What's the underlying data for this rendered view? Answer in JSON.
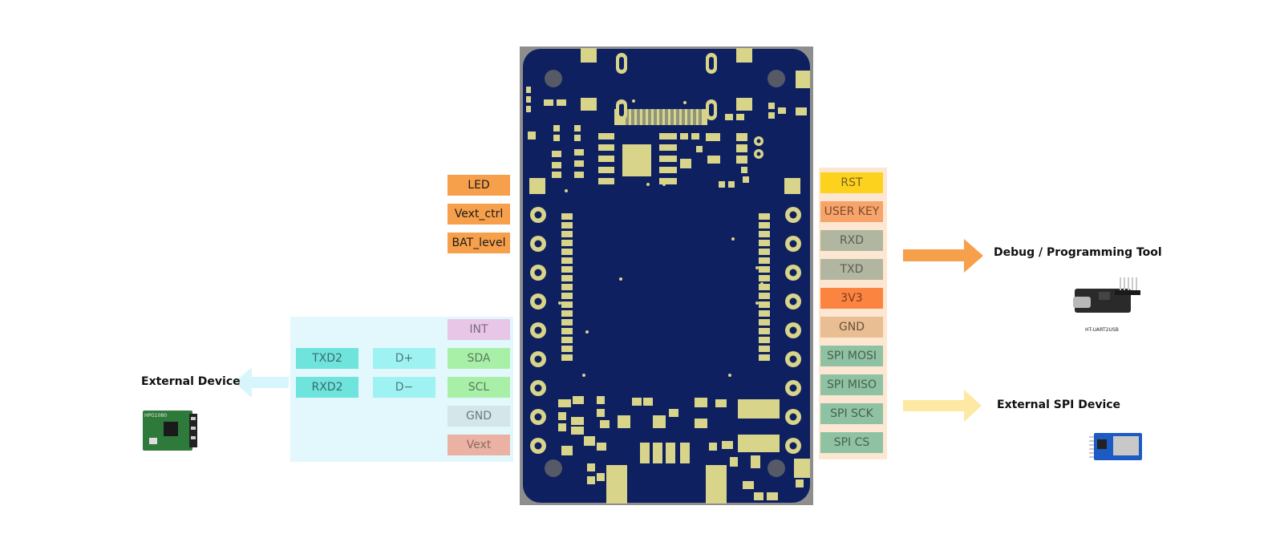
{
  "colors": {
    "board_outer": "#8e8e8e",
    "board_pcb": "#0e2060",
    "pad": "#d8d48a",
    "orange": "#f7a04b",
    "left_panel_bg": "#e2f8fc",
    "right_panel_bg": "#fde7d2"
  },
  "left_top_pins": [
    {
      "label": "LED",
      "bg": "#f7a04b",
      "fg": "#1a1a1a"
    },
    {
      "label": "Vext_ctrl",
      "bg": "#f7a04b",
      "fg": "#1a1a1a"
    },
    {
      "label": "BAT_level",
      "bg": "#f7a04b",
      "fg": "#1a1a1a"
    }
  ],
  "left_bottom_pins": [
    {
      "label": "INT",
      "bg": "#e8c6e8",
      "fg": "#7a6a7a"
    },
    {
      "label": "SDA",
      "bg": "#a8f0a8",
      "fg": "#5a7a5a"
    },
    {
      "label": "SCL",
      "bg": "#a8f0a8",
      "fg": "#5a7a5a"
    },
    {
      "label": "GND",
      "bg": "#d4e6ea",
      "fg": "#6a7a80"
    },
    {
      "label": "Vext",
      "bg": "#ebb2a4",
      "fg": "#8a6a60"
    }
  ],
  "uart_pins": [
    {
      "label": "TXD2",
      "bg": "#6ee4dc",
      "fg": "#3a6a6a"
    },
    {
      "label": "RXD2",
      "bg": "#6ee4dc",
      "fg": "#3a6a6a"
    }
  ],
  "usb_pins": [
    {
      "label": "D+",
      "bg": "#9ff2f2",
      "fg": "#4a7a7a"
    },
    {
      "label": "D−",
      "bg": "#9ff2f2",
      "fg": "#4a7a7a"
    }
  ],
  "right_pins": [
    {
      "label": "RST",
      "bg": "#fcd21e",
      "fg": "#7a6020"
    },
    {
      "label": "USER KEY",
      "bg": "#f7a46b",
      "fg": "#7a4a30"
    },
    {
      "label": "RXD",
      "bg": "#b0b6a0",
      "fg": "#5a5e50"
    },
    {
      "label": "TXD",
      "bg": "#b0b6a0",
      "fg": "#5a5e50"
    },
    {
      "label": "3V3",
      "bg": "#fb8540",
      "fg": "#7a3a20"
    },
    {
      "label": "GND",
      "bg": "#e8be92",
      "fg": "#6a5040"
    },
    {
      "label": "SPI MOSI",
      "bg": "#8ec2a2",
      "fg": "#4a6050"
    },
    {
      "label": "SPI MISO",
      "bg": "#8ec2a2",
      "fg": "#4a6050"
    },
    {
      "label": "SPI SCK",
      "bg": "#8ec2a2",
      "fg": "#4a6050"
    },
    {
      "label": "SPI CS",
      "bg": "#8ec2a2",
      "fg": "#4a6050"
    }
  ],
  "labels": {
    "debug_tool": "Debug / Programming Tool",
    "external_spi": "External SPI Device",
    "external_device": "External Device",
    "usb_module_caption": "HT-UART2USB",
    "sensor_module_text": "HPG1080"
  }
}
